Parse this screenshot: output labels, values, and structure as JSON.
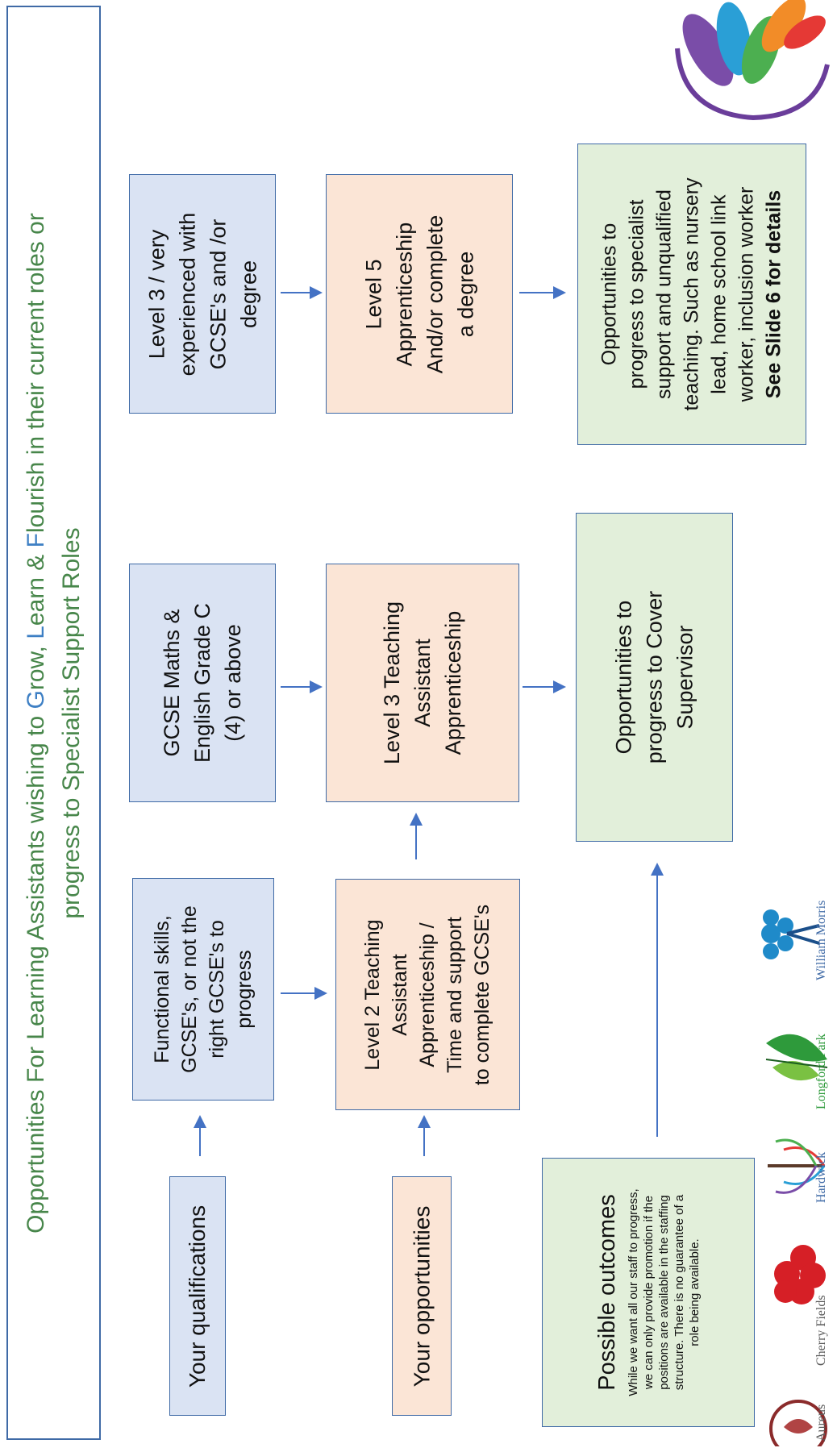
{
  "title": {
    "line1_prefix": "Opportunities For Learning Assistants wishing to ",
    "g": "G",
    "line1_grow": "row, ",
    "l": "L",
    "line1_learn": "earn & ",
    "f": "F",
    "line1_suffix": "lourish in their current roles or",
    "line2": "progress to Specialist Support Roles"
  },
  "categories": {
    "qualifications": "Your qualifications",
    "opportunities": "Your opportunities"
  },
  "qualifications": {
    "functional": [
      "Functional skills,",
      "GCSE's, or not the",
      "right GCSE's to",
      "progress"
    ],
    "gcse": [
      "GCSE Maths &",
      "English Grade C",
      "(4) or above"
    ],
    "level3": [
      "Level 3 / very",
      "experienced with",
      "GCSE's and /or",
      "degree"
    ]
  },
  "apprenticeships": {
    "level2": [
      "Level 2 Teaching",
      "Assistant",
      "Apprenticeship /",
      "Time and support",
      "to complete GCSE's"
    ],
    "level3": [
      "Level 3 Teaching",
      "Assistant",
      "Apprenticeship"
    ],
    "level5": [
      "Level 5",
      "Apprenticeship",
      "And/or complete",
      "a degree"
    ]
  },
  "outcomes": {
    "heading": "Possible outcomes",
    "note": "While we want all our staff to progress, we can only provide promotion if the positions are available in the staffing structure. There is no guarantee of a role being available.",
    "cover": [
      "Opportunities to",
      "progress to Cover",
      "Supervisor"
    ],
    "specialist": [
      "Opportunities to",
      "progress to specialist",
      "support and unqualified",
      "teaching. Such as nursery",
      "lead, home school link",
      "worker, inclusion worker"
    ],
    "specialist_bold": "See Slide 6 for details"
  },
  "schools": [
    "Aureus",
    "Cherry Fields",
    "Hardwick",
    "Longford Park",
    "William Morris"
  ],
  "colors": {
    "border": "#3f6aa6",
    "title_text": "#47864a",
    "accent_blue": "#3d7fc4",
    "qual_fill": "#dae3f3",
    "appr_fill": "#fbe5d6",
    "outcome_fill": "#e2efda",
    "arrow": "#4472c4"
  }
}
